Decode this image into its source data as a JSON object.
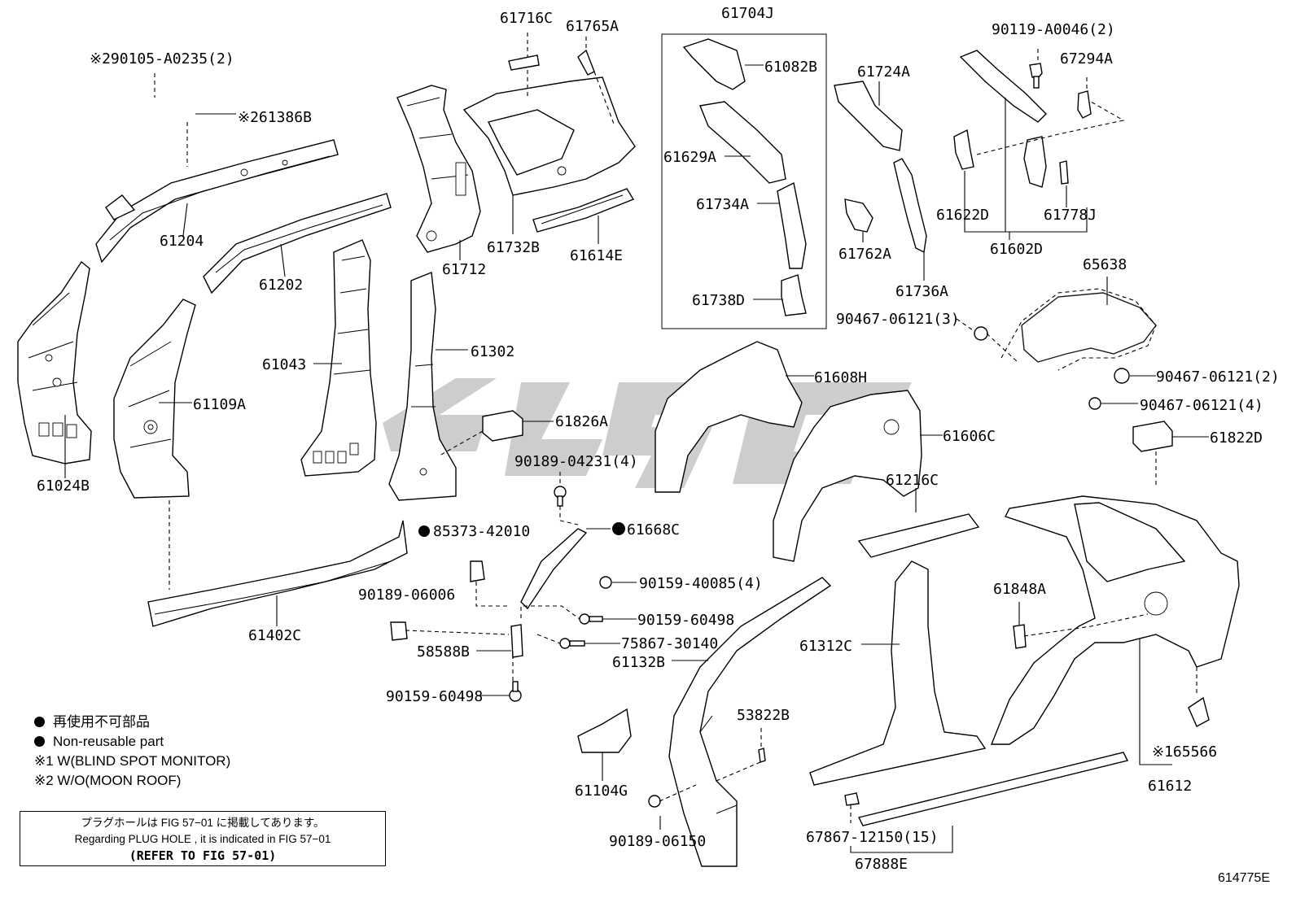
{
  "callouts": {
    "c90105": "※290105-A0235(2)",
    "c61386B": "※261386B",
    "c61204": "61204",
    "c61202": "61202",
    "c61024B": "61024B",
    "c61109A": "61109A",
    "c61043": "61043",
    "c61302": "61302",
    "c61716C": "61716C",
    "c61765A": "61765A",
    "c61712": "61712",
    "c61732B": "61732B",
    "c61614E": "61614E",
    "c61704J": "61704J",
    "c61082B": "61082B",
    "c61629A": "61629A",
    "c61734A": "61734A",
    "c61738D": "61738D",
    "c61724A": "61724A",
    "c61762A": "61762A",
    "c61736A": "61736A",
    "c90119": "90119-A0046(2)",
    "c67294A": "67294A",
    "c61622D": "61622D",
    "c61778J": "61778J",
    "c61602D": "61602D",
    "c65638": "65638",
    "c90467a": "90467-06121(3)",
    "c90467b": "90467-06121(2)",
    "c90467c": "90467-06121(4)",
    "c61608H": "61608H",
    "c61606C": "61606C",
    "c61822D": "61822D",
    "c61826A": "61826A",
    "c90189_04231": "90189-04231(4)",
    "c85373": "85373-42010",
    "c61668C": "61668C",
    "c90159_40085": "90159-40085(4)",
    "c90189_06006": "90189-06006",
    "c90159_60498a": "90159-60498",
    "c75867": "75867-30140",
    "c58588B": "58588B",
    "c61132B": "61132B",
    "c90159_60498b": "90159-60498",
    "c61402C": "61402C",
    "c61216C": "61216C",
    "c61312C": "61312C",
    "c61848A": "61848A",
    "c53822B": "53822B",
    "c61104G": "61104G",
    "c90189_06150": "90189-06150",
    "c67867": "67867-12150(15)",
    "c67888E": "67888E",
    "c65566": "※165566",
    "c61612": "61612"
  },
  "legend": {
    "line1": "再使用不可部品",
    "line2": "Non-reusable part",
    "line3": "※1 W(BLIND SPOT MONITOR)",
    "line4": "※2 W/O(MOON ROOF)"
  },
  "reference_box": {
    "line1": "プラグホールは FIG 57−01 に掲載してあります。",
    "line2": "Regarding  PLUG  HOLE , it is indicated in FIG  57−01",
    "line3": "(REFER TO FIG 57-01)"
  },
  "figure_id": "614775E"
}
